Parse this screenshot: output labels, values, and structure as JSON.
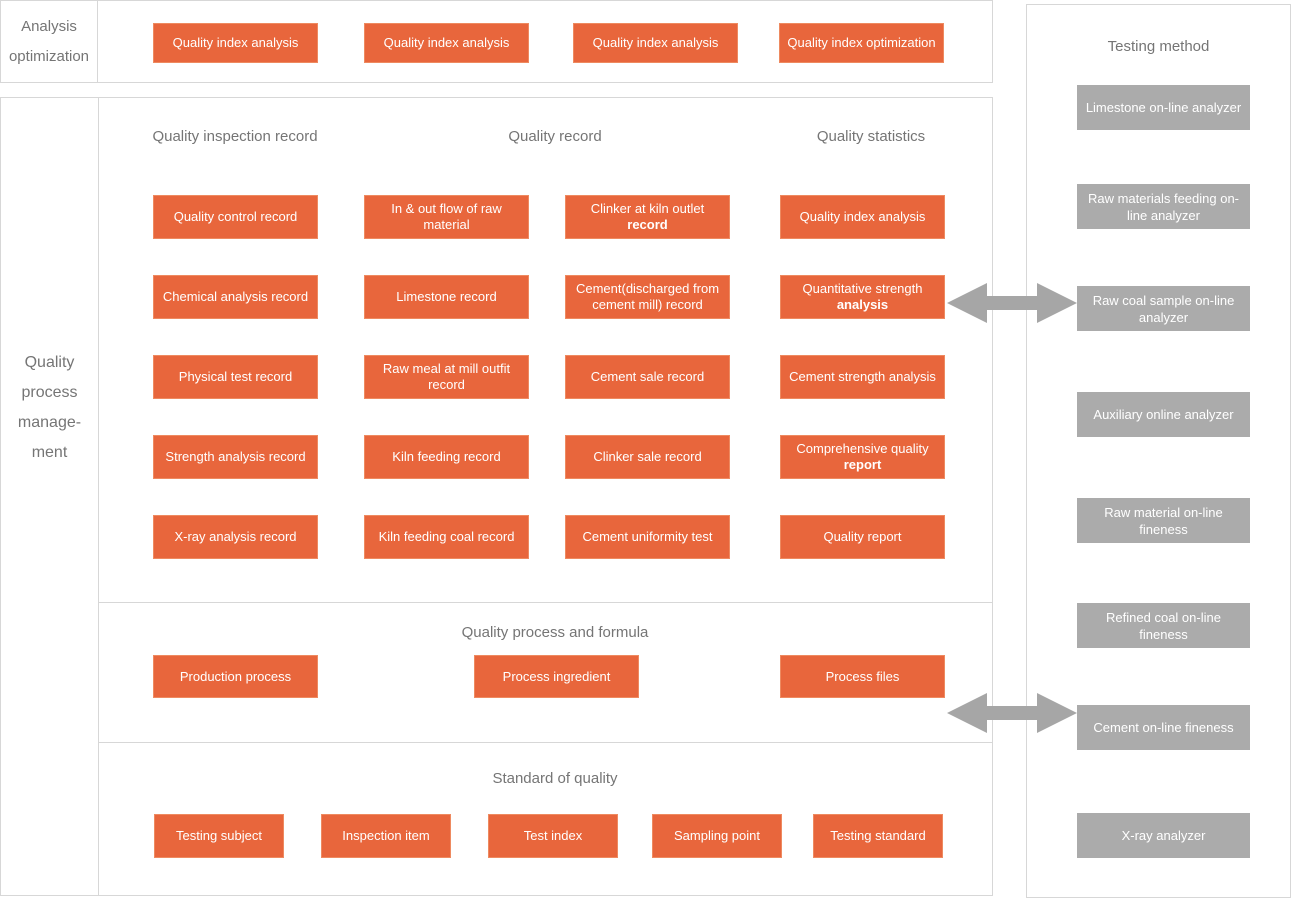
{
  "colors": {
    "accent": "#E8663C",
    "accent_border": "#EE8A60",
    "gray_box": "#ABABAB",
    "arrow": "#A6A6A6",
    "border": "#D7D7D7",
    "muted_text": "#757575"
  },
  "analysis_optimization": {
    "label": "Analysis optimization",
    "buttons": [
      {
        "text": "Quality index analysis"
      },
      {
        "text": "Quality index analysis"
      },
      {
        "text": "Quality index analysis"
      },
      {
        "text": "Quality index optimization"
      }
    ]
  },
  "quality_process": {
    "label_lines": [
      "Quality",
      "process",
      "manage-",
      "ment"
    ],
    "records": {
      "headers": [
        "Quality inspection record",
        "Quality record",
        "Quality statistics"
      ],
      "rows": [
        [
          {
            "text": "Quality control record"
          },
          {
            "text": "In & out flow of raw material"
          },
          {
            "text": "Clinker at kiln outlet",
            "bold": "record"
          },
          {
            "text": "Quality index analysis"
          }
        ],
        [
          {
            "text": "Chemical analysis record"
          },
          {
            "text": "Limestone record"
          },
          {
            "text": "Cement(discharged from cement mill) record"
          },
          {
            "text": "Quantitative strength",
            "bold": "analysis"
          }
        ],
        [
          {
            "text": "Physical test record"
          },
          {
            "text": "Raw meal at mill outfit record"
          },
          {
            "text": "Cement sale record"
          },
          {
            "text": "Cement strength analysis"
          }
        ],
        [
          {
            "text": "Strength analysis record"
          },
          {
            "text": "Kiln feeding record"
          },
          {
            "text": "Clinker sale record"
          },
          {
            "text": "Comprehensive quality",
            "bold": "report"
          }
        ],
        [
          {
            "text": "X-ray analysis record"
          },
          {
            "text": "Kiln feeding coal record"
          },
          {
            "text": "Cement uniformity test"
          },
          {
            "text": "Quality report"
          }
        ]
      ]
    },
    "formula": {
      "header": "Quality process and formula",
      "buttons": [
        {
          "text": "Production process"
        },
        {
          "text": "Process ingredient"
        },
        {
          "text": "Process files"
        }
      ]
    },
    "standard": {
      "header": "Standard of quality",
      "buttons": [
        {
          "text": "Testing subject"
        },
        {
          "text": "Inspection item"
        },
        {
          "text": "Test index"
        },
        {
          "text": "Sampling point"
        },
        {
          "text": "Testing standard"
        }
      ]
    }
  },
  "testing_method": {
    "header": "Testing method",
    "boxes": [
      {
        "text": "Limestone  on-line analyzer"
      },
      {
        "text": "Raw materials feeding on-line analyzer"
      },
      {
        "text": "Raw coal sample on-line analyzer"
      },
      {
        "text": "Auxiliary online analyzer"
      },
      {
        "text": "Raw material on-line fineness"
      },
      {
        "text": "Refined coal on-line fineness"
      },
      {
        "text": "Cement on-line fineness"
      },
      {
        "text": "X-ray analyzer"
      }
    ]
  }
}
